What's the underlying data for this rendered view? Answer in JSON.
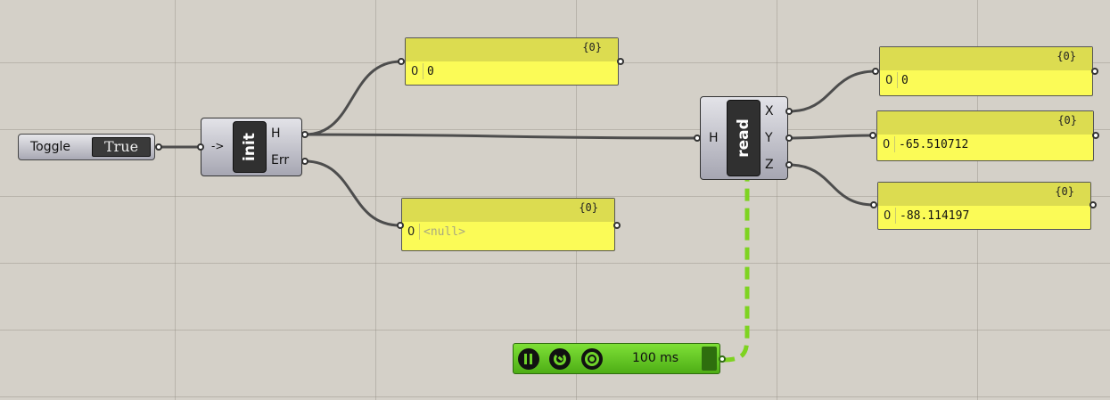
{
  "toggle": {
    "label": "Toggle",
    "value": "True"
  },
  "init": {
    "name": "init",
    "input": "->",
    "outputs": [
      "H",
      "Err"
    ]
  },
  "read": {
    "name": "read",
    "input": "H",
    "outputs": [
      "X",
      "Y",
      "Z"
    ]
  },
  "panels": [
    {
      "id": "init-h",
      "count": "{0}",
      "index": "0",
      "value": "0"
    },
    {
      "id": "init-err",
      "count": "{0}",
      "index": "0",
      "value": "<null>"
    },
    {
      "id": "read-x",
      "count": "{0}",
      "index": "0",
      "value": "0"
    },
    {
      "id": "read-y",
      "count": "{0}",
      "index": "0",
      "value": "-65.510712"
    },
    {
      "id": "read-z",
      "count": "{0}",
      "index": "0",
      "value": "-88.114197"
    }
  ],
  "timer": {
    "interval": "100 ms",
    "buttons": [
      "pause-icon",
      "reset-icon",
      "stop-icon"
    ]
  },
  "colors": {
    "canvas": "#d4d0c8",
    "panel": "#fbfb57",
    "wire": "#4d4d4d",
    "timer_wire": "#7ed321",
    "timer": "#5fc722"
  }
}
